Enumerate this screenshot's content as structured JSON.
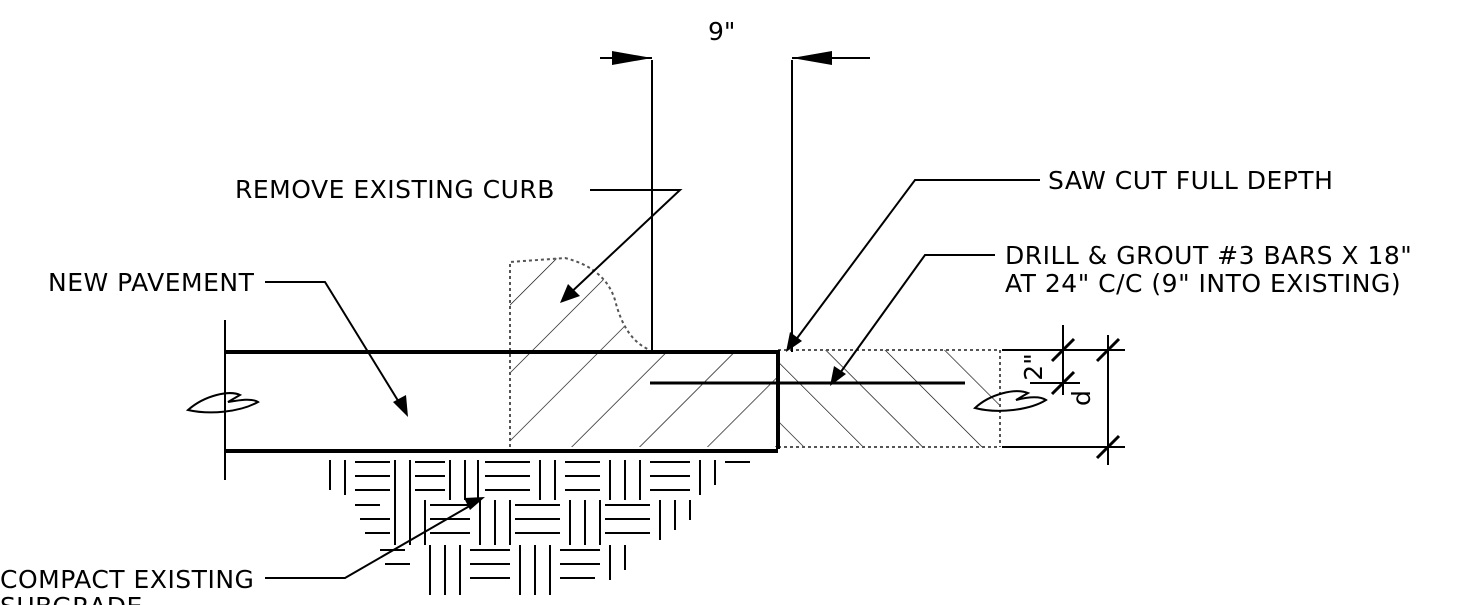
{
  "labels": {
    "dim_width": "9\"",
    "saw_cut": "SAW CUT FULL DEPTH",
    "remove_curb": "REMOVE EXISTING CURB",
    "drill_line1": "DRILL & GROUT #3 BARS X 18\"",
    "drill_line2": "AT 24\" C/C (9\" INTO EXISTING)",
    "new_pavement": "NEW PAVEMENT",
    "compact_line1": "COMPACT EXISTING",
    "compact_line2": "SUBGRADE",
    "dim_cover": "2\"",
    "dim_depth": "d"
  }
}
